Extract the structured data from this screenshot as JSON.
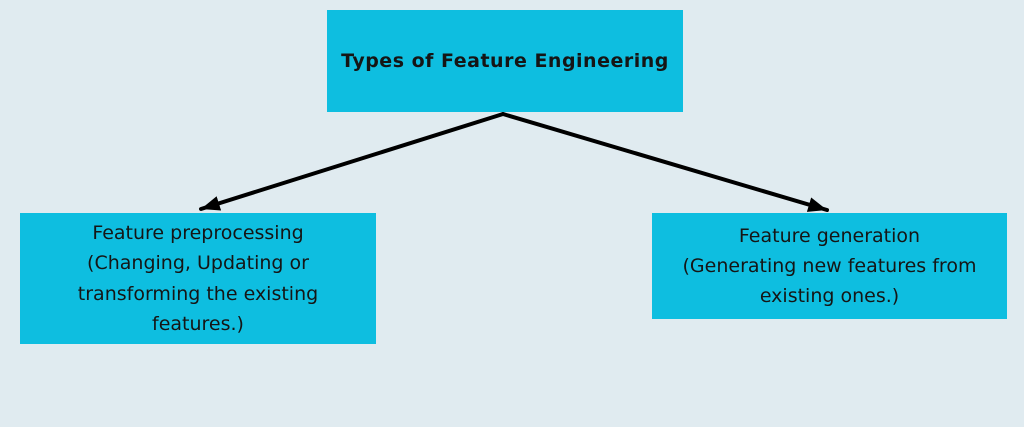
{
  "diagram": {
    "title": "Types of Feature Engineering",
    "left_box": "Feature preprocessing\n(Changing, Updating or\ntransforming the existing\nfeatures.)",
    "right_box": "Feature generation\n(Generating new features from\nexisting ones.)"
  },
  "colors": {
    "background": "#e0ebf0",
    "box_fill": "#0ebee0",
    "text": "#151515",
    "arrow": "#000000"
  }
}
